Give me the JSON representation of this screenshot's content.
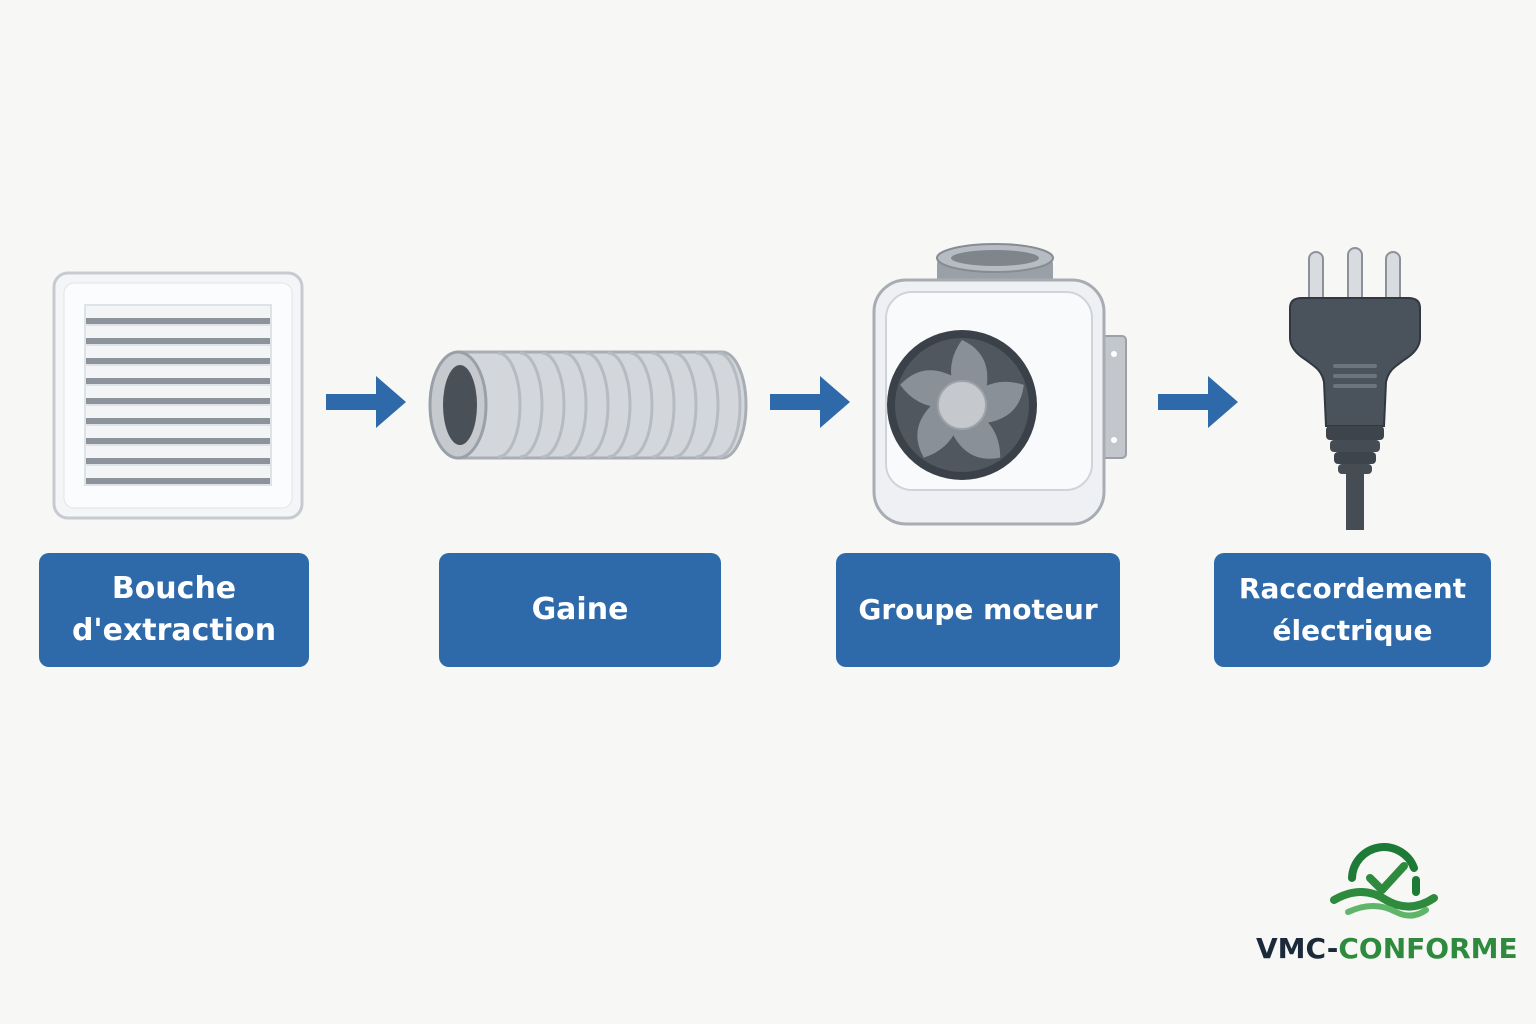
{
  "nodes": [
    {
      "id": "bouche",
      "icon": "ventilation-grille-icon",
      "label_lines": [
        "Bouche",
        "d'extraction"
      ]
    },
    {
      "id": "gaine",
      "icon": "flexible-duct-icon",
      "label_lines": [
        "Gaine"
      ]
    },
    {
      "id": "groupe",
      "icon": "fan-motor-unit-icon",
      "label_lines": [
        "Groupe moteur"
      ]
    },
    {
      "id": "raccordement",
      "icon": "electric-plug-icon",
      "label_lines": [
        "Raccordement",
        "électrique"
      ]
    }
  ],
  "edges": [
    {
      "from": "bouche",
      "to": "gaine"
    },
    {
      "from": "gaine",
      "to": "groupe"
    },
    {
      "from": "groupe",
      "to": "raccordement"
    }
  ],
  "logo": {
    "part1": "VMC",
    "separator": "-",
    "part2": "CONFORME",
    "icon": "checkmark-wave-logo-icon"
  },
  "colors": {
    "label_bg": "#2e6aaa",
    "arrow": "#2e6aaa",
    "logo_dark": "#1b2a3a",
    "logo_green": "#2e8b3e"
  }
}
